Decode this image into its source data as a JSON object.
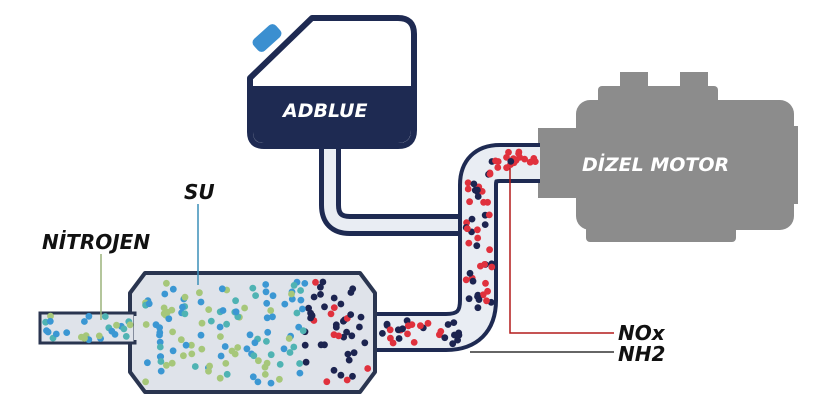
{
  "labels": {
    "adblue": "ADBLUE",
    "engine": "DİZEL MOTOR",
    "water": "SU",
    "nitrogen": "NİTROJEN",
    "nox": "NOx",
    "nh2": "NH2"
  },
  "colors": {
    "tank_fill": "#1e2a52",
    "tank_body": "#ffffff",
    "cap": "#3b8fd0",
    "engine": "#8c8c8c",
    "pipe_border": "#1e2a52",
    "pipe_fill": "#e9edf3",
    "muffler_fill": "#dfe3ea",
    "muffler_border": "#2a3550",
    "nox_line": "#b31b1b",
    "nh2_line": "#333333",
    "water_line": "#3a8fb8",
    "nitrogen_line": "#9bb27a",
    "particle_red": "#e0313d",
    "particle_navy": "#1c2450",
    "particle_blue": "#3b97d3",
    "particle_green": "#a6c77a",
    "particle_teal": "#4fb3b3"
  }
}
